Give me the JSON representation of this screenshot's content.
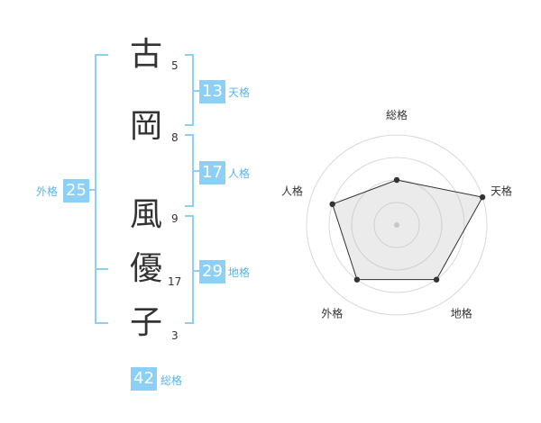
{
  "name": {
    "characters": [
      {
        "char": "古",
        "strokes": "5"
      },
      {
        "char": "岡",
        "strokes": "8"
      },
      {
        "char": "風",
        "strokes": "9"
      },
      {
        "char": "優",
        "strokes": "17"
      },
      {
        "char": "子",
        "strokes": "3"
      }
    ]
  },
  "scores": {
    "tenkaku": {
      "value": "13",
      "label": "天格"
    },
    "jinkaku": {
      "value": "17",
      "label": "人格"
    },
    "chikaku": {
      "value": "29",
      "label": "地格"
    },
    "gaikaku": {
      "value": "25",
      "label": "外格"
    },
    "soukaku": {
      "value": "42",
      "label": "総格"
    }
  },
  "colors": {
    "accent": "#8ccff7",
    "bracket": "#8ccff7",
    "label": "#58b4ee",
    "text": "#333333"
  },
  "chart_data": {
    "type": "radar",
    "axes": [
      "総格",
      "天格",
      "地格",
      "外格",
      "人格"
    ],
    "values": [
      2,
      4,
      3,
      3,
      3
    ],
    "max": 4,
    "rings": 4,
    "grid": true
  }
}
